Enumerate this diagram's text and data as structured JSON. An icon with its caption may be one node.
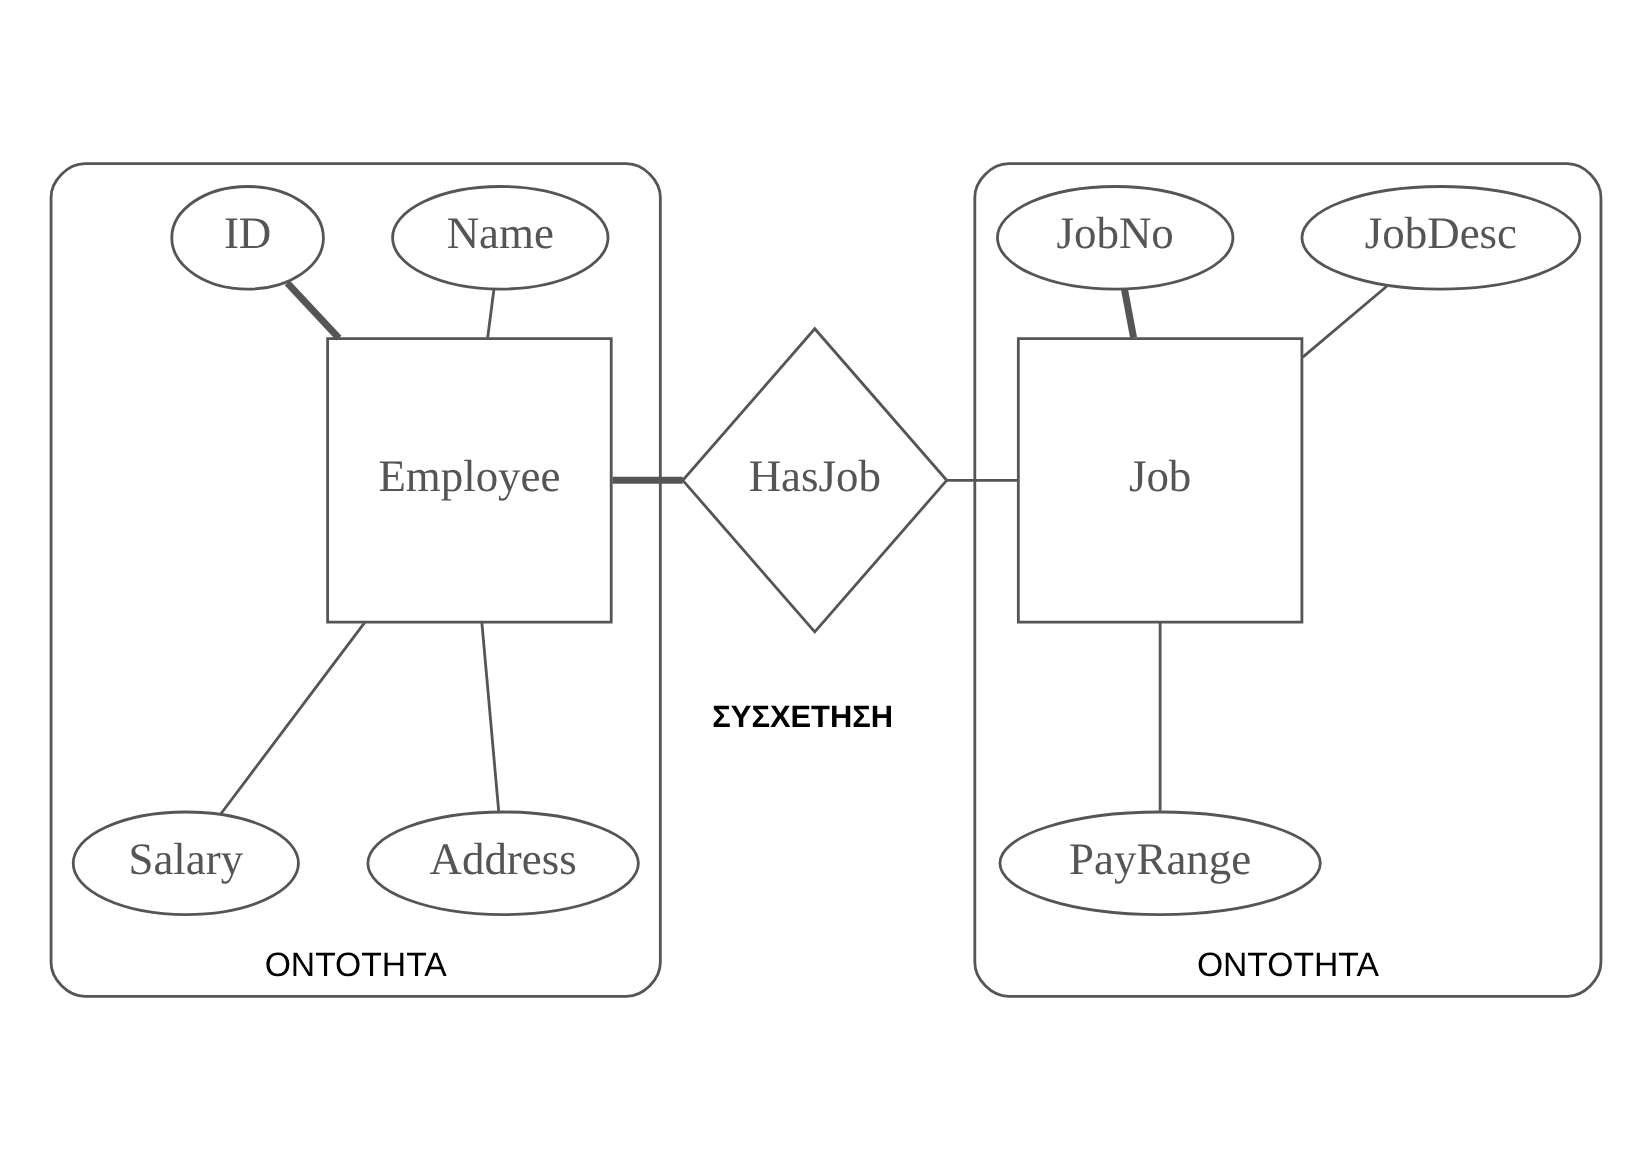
{
  "diagram": {
    "nodes": [
      {
        "text": [
          "ΟΝΤΟΤΗΤΑ"
        ]
      },
      {
        "text": [
          "ID"
        ],
        "in": 0
      },
      {
        "text": [
          "Name"
        ],
        "in": 0
      },
      {
        "text": [
          "Employee"
        ],
        "in": 0
      },
      {
        "text": [
          "Address"
        ],
        "in": 0
      },
      {
        "text": [
          "Salary"
        ],
        "in": 0
      },
      {
        "text": [
          "HasJob"
        ],
        "beside": [
          "ΣΥΣΧΕΤΗΣΗ"
        ]
      },
      {
        "text": [
          "ΟΝΤΟΤΗΤΑ"
        ]
      },
      {
        "text": [
          "JobNo"
        ],
        "in": 7
      },
      {
        "text": [
          "JobDesc"
        ],
        "in": 7
      },
      {
        "text": [
          "Job"
        ],
        "in": 7
      },
      {
        "text": [
          "PayRange"
        ],
        "in": 7
      }
    ],
    "edges": [
      {
        "from": 1,
        "to": 3,
        "arrow": "none",
        "style": "thick"
      },
      {
        "from": 2,
        "to": 3,
        "arrow": "none"
      },
      {
        "from": 3,
        "to": 6,
        "arrow": "none",
        "style": "thick"
      },
      {
        "from": 6,
        "to": 10,
        "arrow": "none"
      },
      {
        "from": 8,
        "to": 10,
        "arrow": "none",
        "style": "thick"
      },
      {
        "from": 9,
        "to": 10,
        "arrow": "none"
      },
      {
        "from": 3,
        "to": 4,
        "arrow": "none"
      },
      {
        "from": 3,
        "to": 5,
        "arrow": "none"
      },
      {
        "from": 10,
        "to": 11,
        "arrow": "none"
      }
    ]
  }
}
